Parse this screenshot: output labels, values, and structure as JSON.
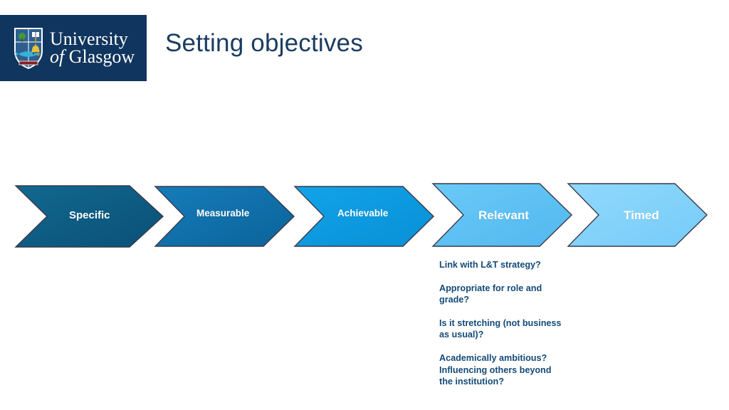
{
  "slide": {
    "title": "Setting objectives",
    "background_color": "#ffffff"
  },
  "logo": {
    "background_color": "#10355e",
    "line1": "University",
    "of": "of ",
    "line2": "Glasgow",
    "crest_alt": "university-crest"
  },
  "smart_chevrons": [
    {
      "label": "Specific",
      "color": "#0d5d86",
      "gradient_to": "#0a4f73"
    },
    {
      "label": "Measurable",
      "color": "#1173b0",
      "gradient_to": "#0d6296"
    },
    {
      "label": "Achievable",
      "color": "#0d9ae2",
      "gradient_to": "#0a8ed3"
    },
    {
      "label": "Relevant",
      "color": "#63c4f5",
      "gradient_to": "#54b9ef"
    },
    {
      "label": "Timed",
      "color": "#8ad4fb",
      "gradient_to": "#79ccf9"
    }
  ],
  "notes": {
    "text_color": "#134a77",
    "items": [
      "Link with L&T strategy?",
      "Appropriate for role and grade?",
      "Is it stretching (not business as usual)?",
      "Academically ambitious? Influencing others beyond the institution?"
    ]
  }
}
